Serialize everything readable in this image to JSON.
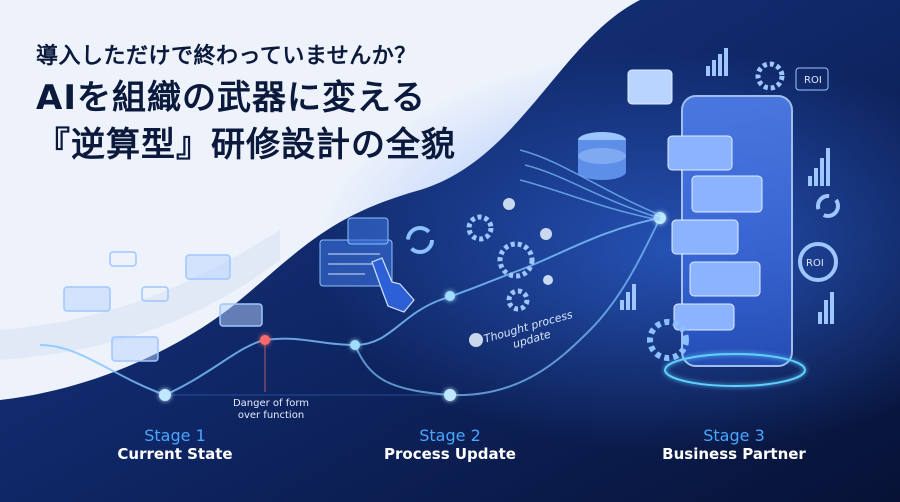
{
  "title": {
    "line1": "導入しただけで終わっていませんか？",
    "line2": "AIを組織の武器に変える",
    "line3": "『逆算型』研修設計の全貌"
  },
  "stages": [
    {
      "number": "Stage 1",
      "name": "Current State"
    },
    {
      "number": "Stage 2",
      "name": "Process Update"
    },
    {
      "number": "Stage 3",
      "name": "Business Partner"
    }
  ],
  "annotations": {
    "danger": "Danger of form over function",
    "thought": "Thought process update"
  },
  "roi_labels": [
    "ROI",
    "ROI"
  ],
  "colors": {
    "title_text": "#0b1a3c",
    "stage_number": "#4aa6ff",
    "stage_name": "#ffffff",
    "glow": "#5fd0ff",
    "danger_dot": "#ff6a6a",
    "background_dark": "#0a1a44",
    "background_light": "#eef3fb"
  },
  "icons": [
    "chat-bubble-icon",
    "hand-pointer-icon",
    "gear-icon",
    "lightbulb-icon",
    "database-icon",
    "smartphone-icon",
    "bar-chart-icon",
    "pie-chart-icon"
  ]
}
